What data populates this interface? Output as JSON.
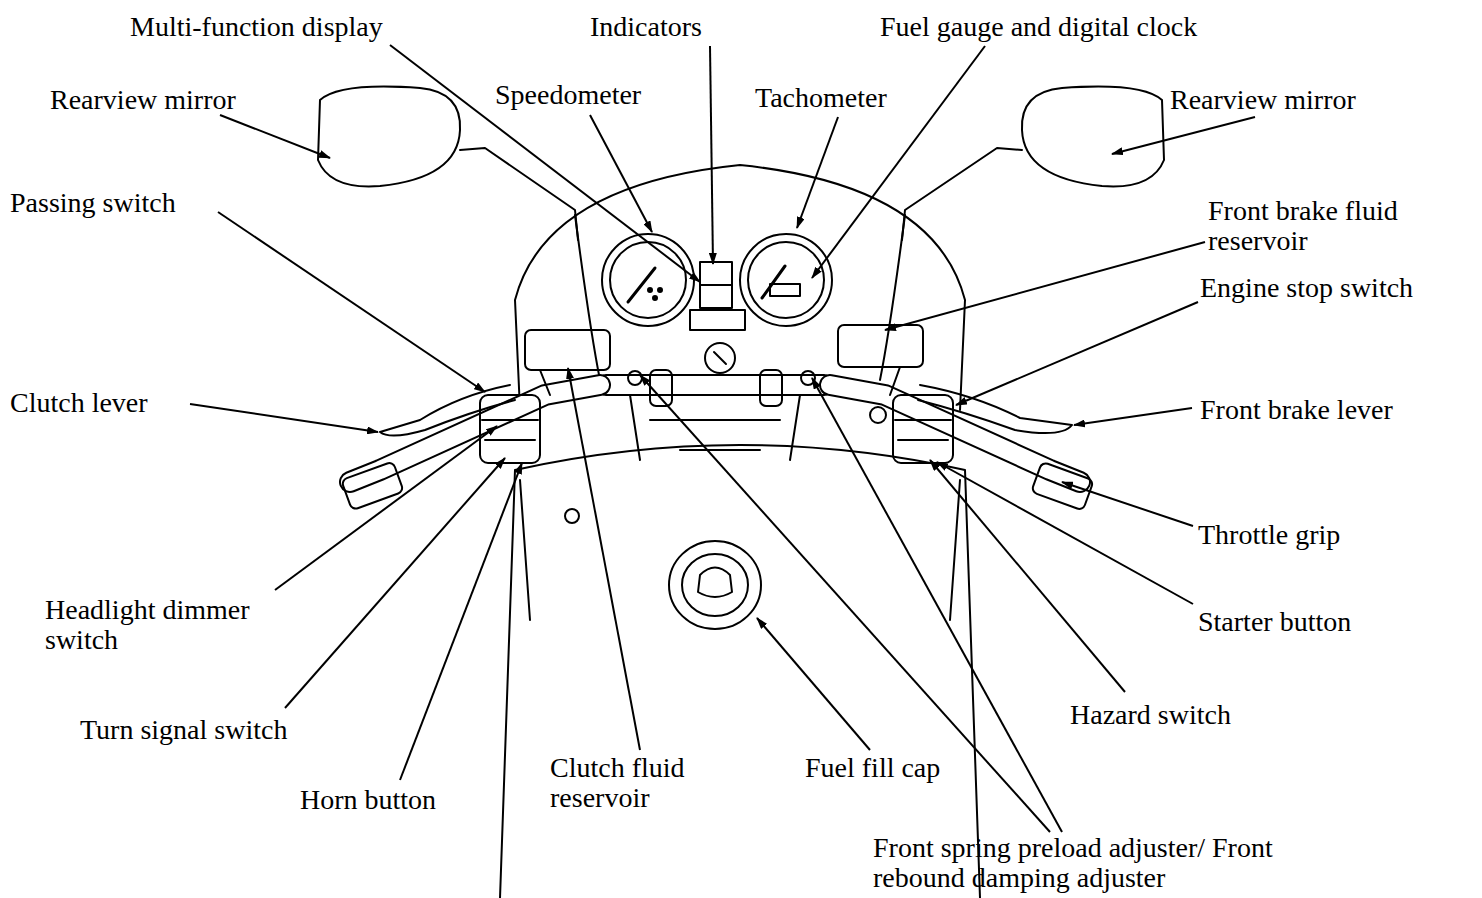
{
  "diagram": {
    "labels": [
      "Multi-function display",
      "Indicators",
      "Fuel gauge and digital clock",
      "Rearview mirror",
      "Speedometer",
      "Tachometer",
      "Rearview mirror",
      "Passing switch",
      "Front brake fluid reservoir",
      "Engine stop switch",
      "Clutch lever",
      "Front brake lever",
      "Throttle grip",
      "Starter button",
      "Headlight dimmer switch",
      "Hazard switch",
      "Turn signal switch",
      "Horn button",
      "Clutch fluid reservoir",
      "Fuel fill cap",
      "Front spring preload adjuster/ Front rebound damping adjuster"
    ]
  }
}
